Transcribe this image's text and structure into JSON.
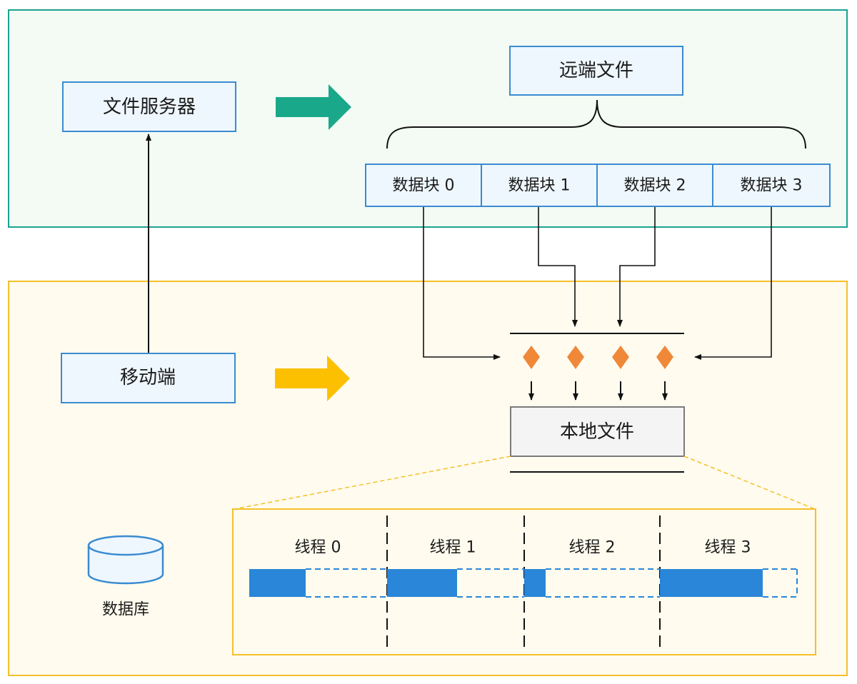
{
  "server": {
    "label": "文件服务器"
  },
  "remote": {
    "file_label": "远端文件",
    "blocks": [
      {
        "label": "数据块 0"
      },
      {
        "label": "数据块 1"
      },
      {
        "label": "数据块 2"
      },
      {
        "label": "数据块 3"
      }
    ]
  },
  "mobile": {
    "label": "移动端"
  },
  "local": {
    "file_label": "本地文件"
  },
  "database": {
    "label": "数据库"
  },
  "threads": [
    {
      "label": "线程 0",
      "progress": 0.41
    },
    {
      "label": "线程 1",
      "progress": 0.51
    },
    {
      "label": "线程 2",
      "progress": 0.16
    },
    {
      "label": "线程 3",
      "progress": 0.75
    }
  ],
  "colors": {
    "server_region_border": "#1aa391",
    "server_region_fill": "#f3fbf4",
    "client_region_border": "#f5c02a",
    "client_region_fill": "#fffbee",
    "box_border": "#3a8bd1",
    "box_fill": "#eef7fd",
    "local_box_border": "#7a7a7a",
    "local_box_fill": "#f4f4f4",
    "green_arrow": "#1aa88a",
    "yellow_arrow": "#fdc000",
    "diamond": "#f0883a",
    "progress_fill": "#2a86d8",
    "progress_dash": "#2a86d8"
  }
}
